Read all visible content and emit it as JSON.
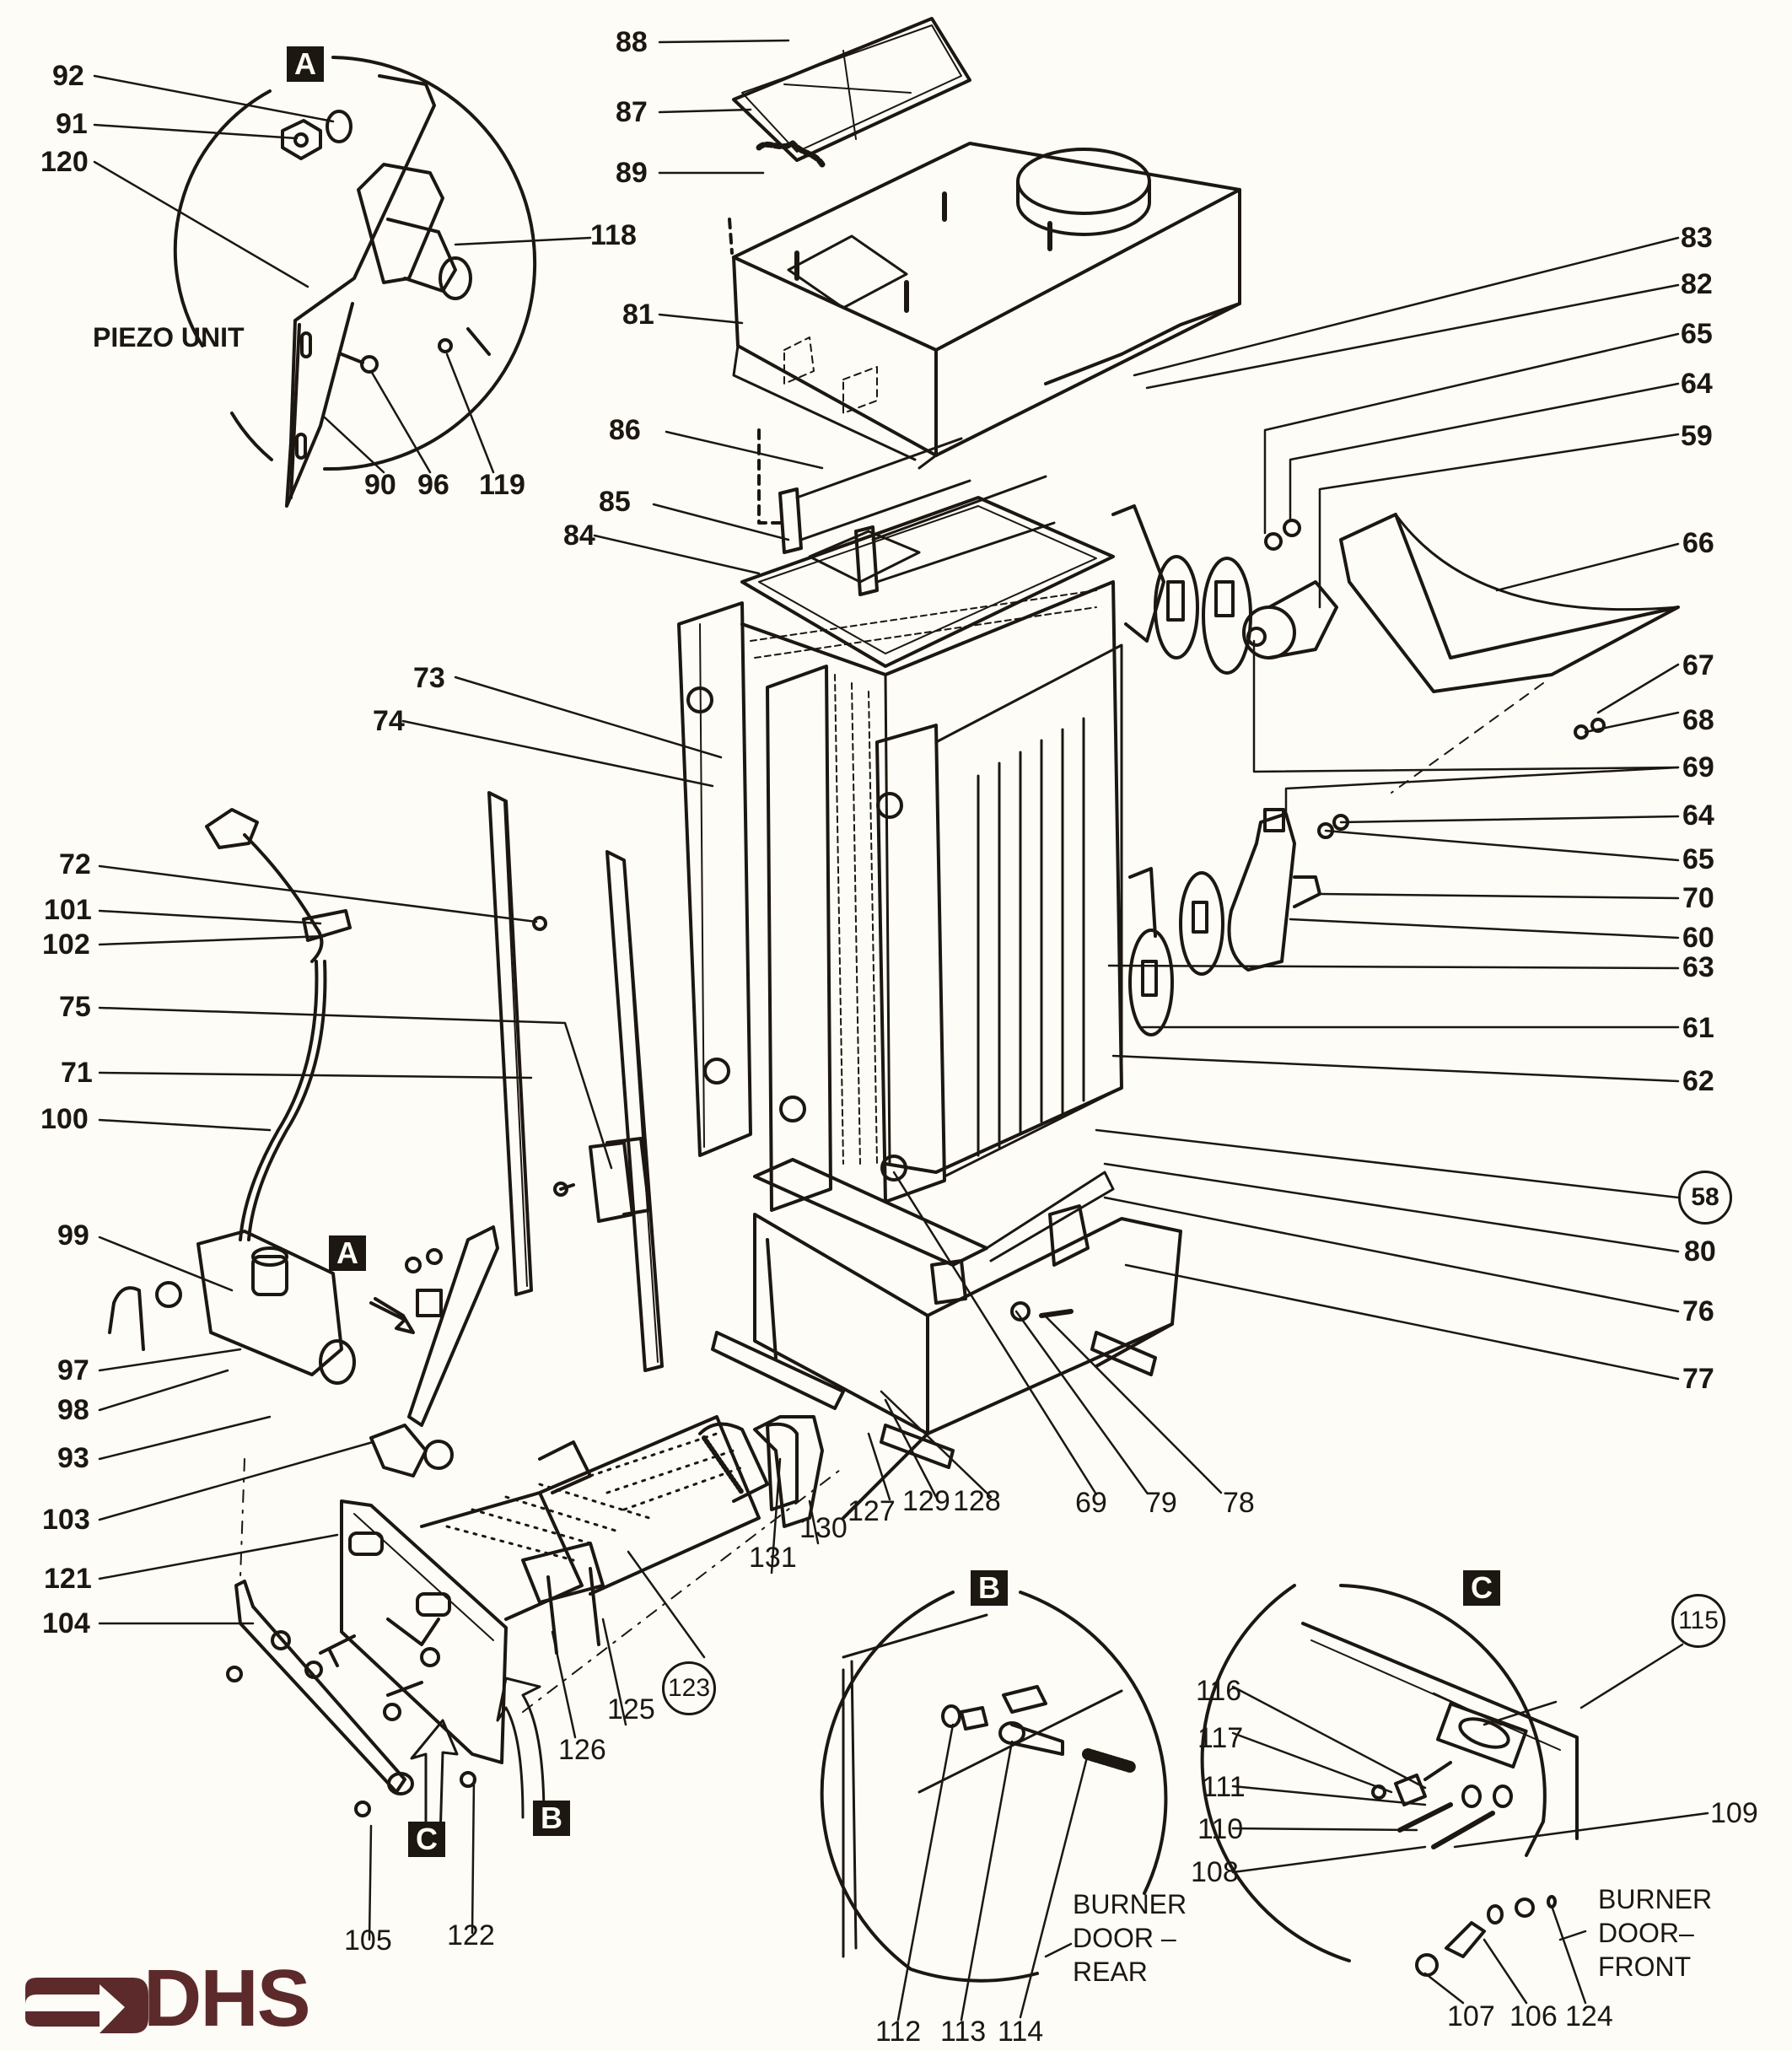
{
  "diagram": {
    "type": "exploded-parts-diagram",
    "background_color": "#fdfcf6",
    "ink_color": "#1c1710",
    "brand_color": "#5c2a2a"
  },
  "brand": {
    "logo_text": "DHS",
    "logo_icon": "arrow-right-icon"
  },
  "details": [
    {
      "id": "A",
      "caption": "PIEZO UNIT"
    },
    {
      "id": "B",
      "caption": "BURNER\nDOOR –\nREAR"
    },
    {
      "id": "C",
      "caption": "BURNER\nDOOR–\nFRONT"
    }
  ],
  "callouts_main": [
    "88",
    "87",
    "89",
    "81",
    "86",
    "85",
    "84",
    "83",
    "82",
    "65",
    "64",
    "59",
    "66",
    "67",
    "68",
    "69",
    "64",
    "65",
    "70",
    "60",
    "63",
    "61",
    "62",
    "58",
    "80",
    "76",
    "77",
    "73",
    "74",
    "72",
    "101",
    "102",
    "75",
    "71",
    "100",
    "99",
    "97",
    "98",
    "93",
    "103",
    "121",
    "104",
    "105",
    "122",
    "126",
    "125",
    "123",
    "131",
    "130",
    "127",
    "129",
    "128",
    "69",
    "79",
    "78"
  ],
  "labels": {
    "l88": "88",
    "l87": "87",
    "l89": "89",
    "l81": "81",
    "l86": "86",
    "l85": "85",
    "l84": "84",
    "l83": "83",
    "l82": "82",
    "l65a": "65",
    "l64a": "64",
    "l59": "59",
    "l66": "66",
    "l67": "67",
    "l68": "68",
    "l69a": "69",
    "l64b": "64",
    "l65b": "65",
    "l70": "70",
    "l60": "60",
    "l63": "63",
    "l61": "61",
    "l62": "62",
    "l58": "58",
    "l80": "80",
    "l76": "76",
    "l77": "77",
    "l73": "73",
    "l74": "74",
    "l72": "72",
    "l101": "101",
    "l102": "102",
    "l75": "75",
    "l71": "71",
    "l100": "100",
    "l99": "99",
    "l97": "97",
    "l98": "98",
    "l93": "93",
    "l103": "103",
    "l121": "121",
    "l104": "104",
    "l105": "105",
    "l122": "122",
    "l126": "126",
    "l125": "125",
    "l123": "123",
    "l131": "131",
    "l130": "130",
    "l127": "127",
    "l129": "129",
    "l128": "128",
    "l69b": "69",
    "l79": "79",
    "l78": "78",
    "l92": "92",
    "l91": "91",
    "l120": "120",
    "l118": "118",
    "l90": "90",
    "l96": "96",
    "l119": "119",
    "l112": "112",
    "l113": "113",
    "l114": "114",
    "l115": "115",
    "l116": "116",
    "l117": "117",
    "l111": "111",
    "l110": "110",
    "l108": "108",
    "l109": "109",
    "l107": "107",
    "l106": "106",
    "l124": "124"
  },
  "circled_labels": [
    "58",
    "115",
    "123"
  ]
}
